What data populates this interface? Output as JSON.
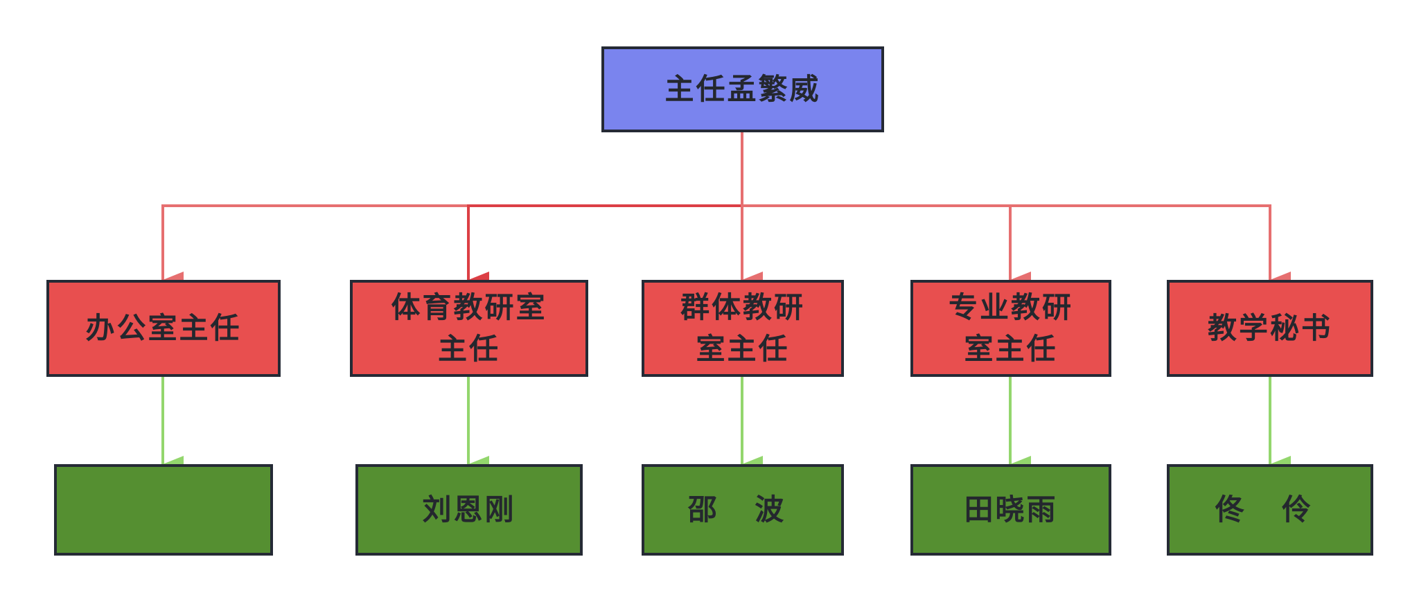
{
  "colors": {
    "root_fill": "#7a84ee",
    "mid_fill": "#e84f4f",
    "leaf_fill": "#558f31",
    "border": "#252a35",
    "text": "#24272e",
    "red_connector": "#e66f70",
    "red_connector_strong": "#dc3f45",
    "green_connector": "#93d66d"
  },
  "root": {
    "label": "主任孟繁威"
  },
  "departments": [
    {
      "title_line1": "办公室主任",
      "title_line2": "",
      "person": ""
    },
    {
      "title_line1": "体育教研室",
      "title_line2": "主任",
      "person": "刘恩刚"
    },
    {
      "title_line1": "群体教研",
      "title_line2": "室主任",
      "person": "邵 波"
    },
    {
      "title_line1": "专业教研",
      "title_line2": "室主任",
      "person": "田晓雨"
    },
    {
      "title_line1": "教学秘书",
      "title_line2": "",
      "person": "佟 伶"
    }
  ]
}
